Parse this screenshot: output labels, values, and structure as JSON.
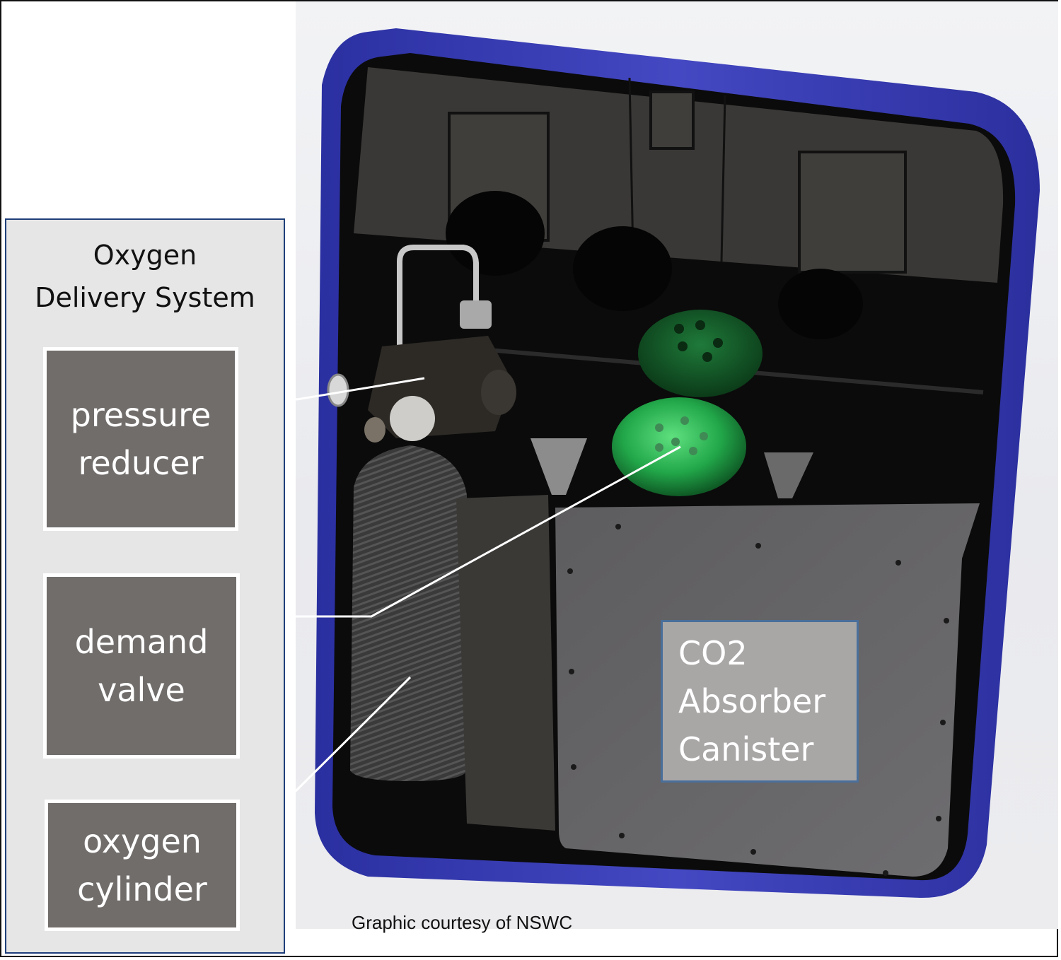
{
  "legend": {
    "title_line1": "Oxygen",
    "title_line2": "Delivery System",
    "components": [
      {
        "line1": "pressure",
        "line2": "reducer"
      },
      {
        "line1": "demand",
        "line2": "valve"
      },
      {
        "line1": "oxygen",
        "line2": "cylinder"
      }
    ]
  },
  "co2_label": {
    "line1": "CO2",
    "line2": "Absorber",
    "line3": "Canister"
  },
  "credit": "Graphic courtesy of  NSWC",
  "colors": {
    "housing_rim": "#3b3fb0",
    "interior": "#0a0a0a",
    "label_box": "#716d6b",
    "canister": "#6a696b",
    "valve_green": "#22b14c",
    "panel_border": "#1f3f7a"
  }
}
